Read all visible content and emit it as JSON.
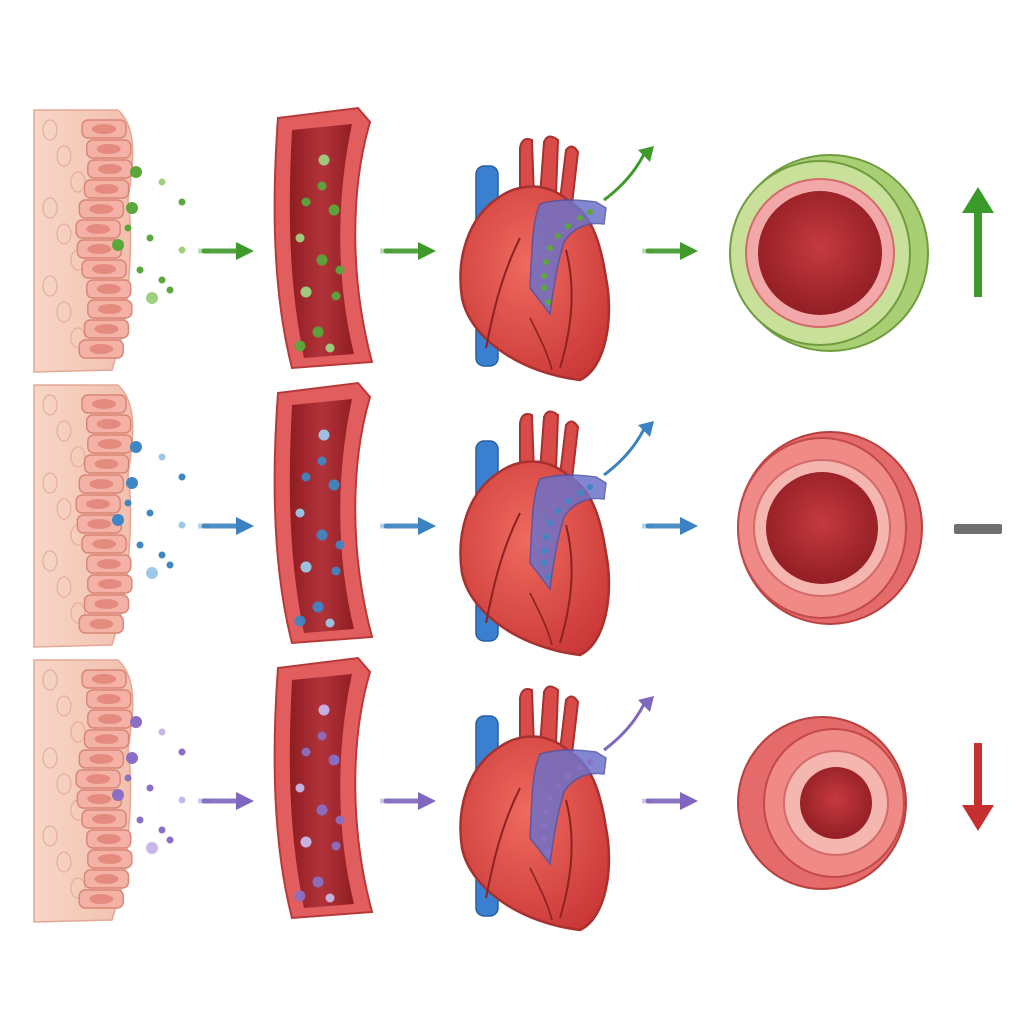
{
  "rows": [
    {
      "id": "green",
      "particle_color": "#5aa83a",
      "particle_light": "#9fd27f",
      "arrow_color": "#3f9a2b",
      "vessel_type": "dilated",
      "indicator": "up",
      "indicator_color": "#3a9a2a"
    },
    {
      "id": "blue",
      "particle_color": "#3f86c4",
      "particle_light": "#9cc8ea",
      "arrow_color": "#3a82c2",
      "vessel_type": "normal",
      "indicator": "neutral",
      "indicator_color": "#6f6f6f"
    },
    {
      "id": "purple",
      "particle_color": "#8a6fc4",
      "particle_light": "#c7b7ea",
      "arrow_color": "#7f67bf",
      "vessel_type": "constricted",
      "indicator": "down",
      "indicator_color": "#c62f2f"
    }
  ],
  "icons": {
    "gut": "intestinal-wall-icon",
    "vessel": "blood-vessel-icon",
    "heart": "heart-icon",
    "artery": "artery-cross-section-icon"
  }
}
